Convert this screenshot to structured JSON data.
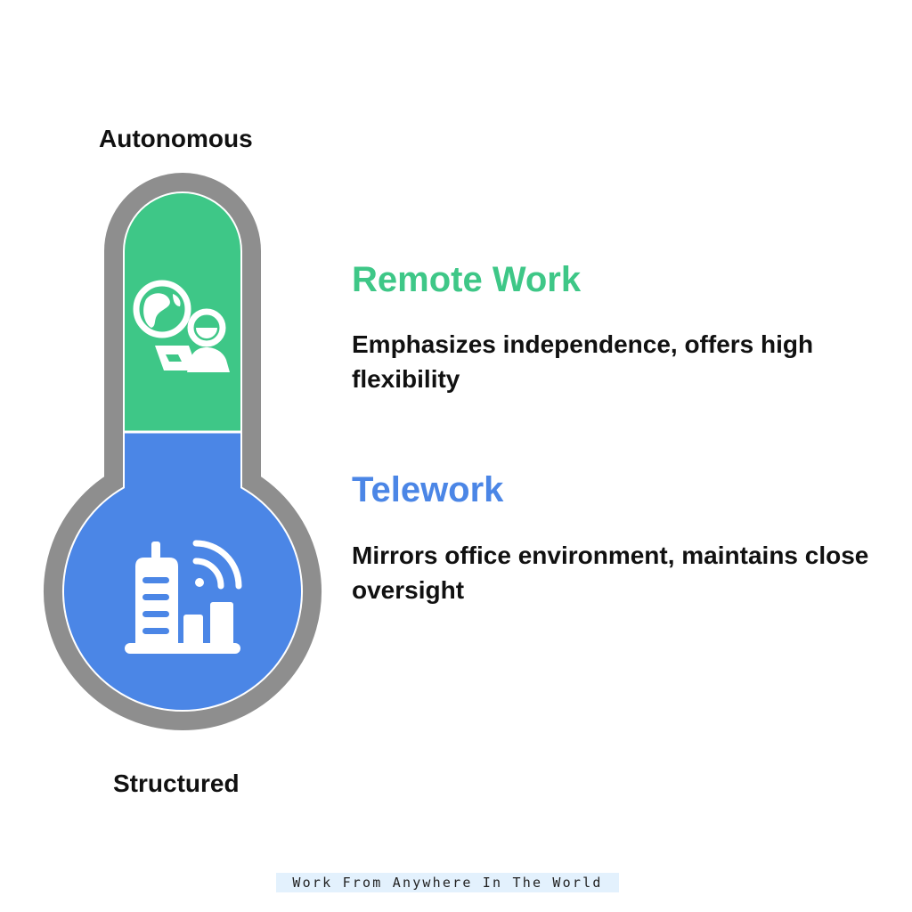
{
  "scale": {
    "top_label": "Autonomous",
    "bottom_label": "Structured"
  },
  "sections": [
    {
      "title": "Remote Work",
      "description": "Emphasizes independence, offers high flexibility",
      "color": "#3ec787",
      "icon": "globe-person-laptop-icon"
    },
    {
      "title": "Telework",
      "description": "Mirrors office environment, maintains close oversight",
      "color": "#4b86e6",
      "icon": "office-building-signal-icon"
    }
  ],
  "thermometer": {
    "outline_color": "#8e8e8e",
    "top_color": "#3ec787",
    "bottom_color": "#4b86e6"
  },
  "footer": {
    "text": "Work From Anywhere In The World"
  }
}
